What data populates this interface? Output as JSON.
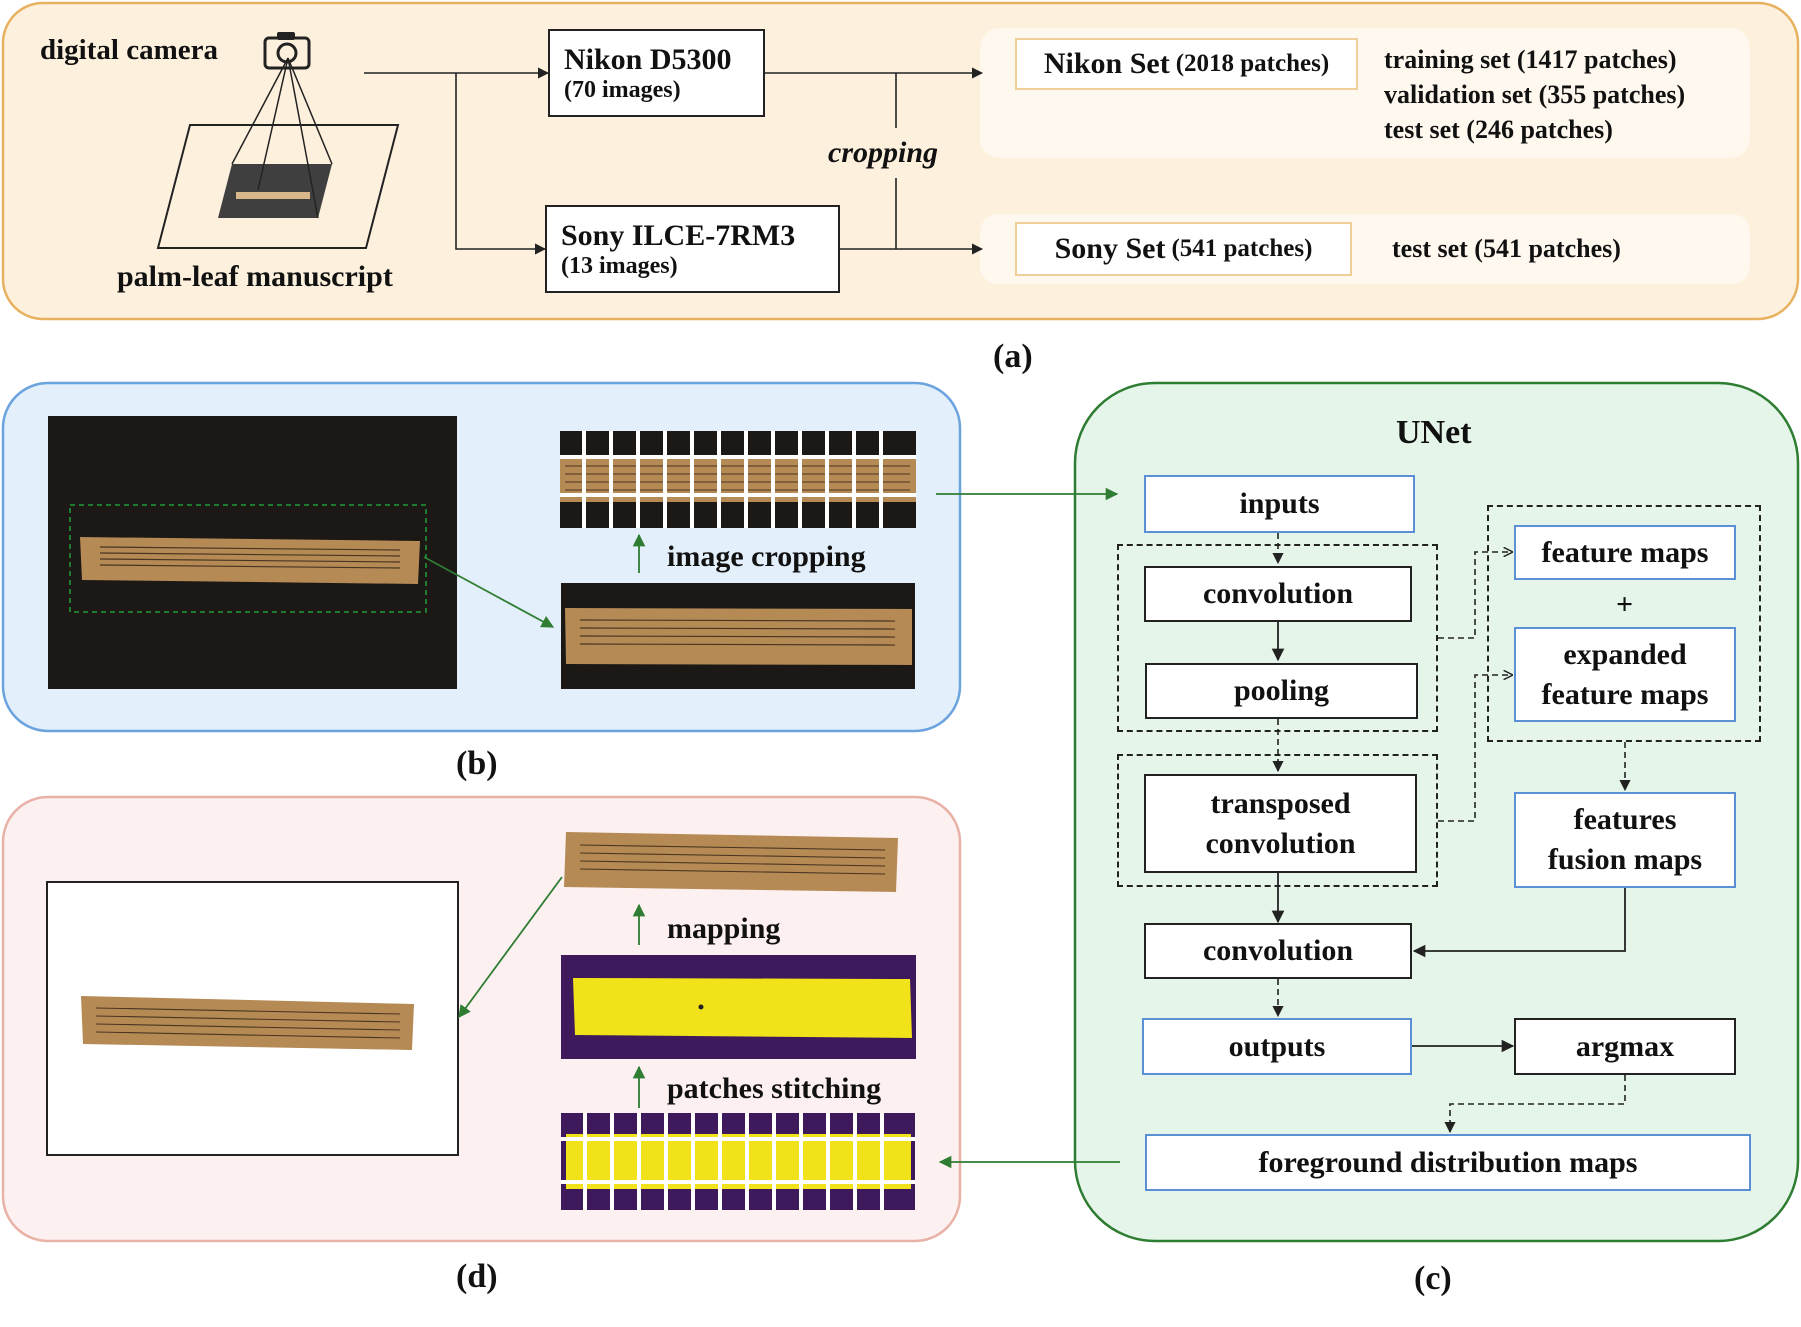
{
  "panel_a": {
    "camera_label": "digital camera",
    "camera_icon": "camera-icon",
    "manuscript_label": "palm-leaf manuscript",
    "nikon_box": {
      "title": "Nikon D5300",
      "sub": "(70 images)"
    },
    "sony_box": {
      "title": "Sony ILCE-7RM3",
      "sub": "(13 images)"
    },
    "cropping_label": "cropping",
    "nikon_set": {
      "name": "Nikon Set",
      "count": "(2018 patches)"
    },
    "nikon_splits": [
      "training set (1417 patches)",
      "validation set (355 patches)",
      "test set (246 patches)"
    ],
    "sony_set": {
      "name": "Sony Set",
      "count": "(541 patches)"
    },
    "sony_split": "test set (541 patches)",
    "caption": "(a)",
    "colors": {
      "background": "#fdf1dd",
      "border": "#e8b160"
    }
  },
  "panel_b": {
    "image_cropping_label": "image cropping",
    "caption": "(b)",
    "colors": {
      "background": "#e3f0fb",
      "border": "#6aa3de"
    }
  },
  "panel_c": {
    "title": "UNet",
    "inputs": "inputs",
    "convolution": "convolution",
    "pooling": "pooling",
    "transposed_line1": "transposed",
    "transposed_line2": "convolution",
    "feature_maps": "feature maps",
    "plus": "+",
    "expanded_line1": "expanded",
    "expanded_line2": "feature maps",
    "fusion_line1": "features",
    "fusion_line2": "fusion maps",
    "convolution2": "convolution",
    "outputs": "outputs",
    "argmax": "argmax",
    "foreground": "foreground distribution maps",
    "caption": "(c)",
    "colors": {
      "background": "#e6f5ea",
      "border": "#2e7d32"
    }
  },
  "panel_d": {
    "mapping_label": "mapping",
    "stitching_label": "patches stitching",
    "caption": "(d)",
    "colors": {
      "background": "#fdf0f0",
      "border": "#e9b2a7"
    }
  }
}
